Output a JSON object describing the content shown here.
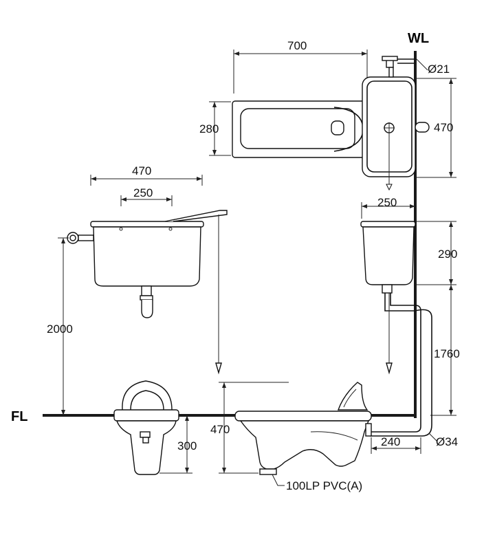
{
  "labels": {
    "wall_line": "WL",
    "floor_line": "FL",
    "bathtub_length": "700",
    "bathtub_height": "280",
    "basin_height": "470",
    "basin_pipe_dia": "Ø21",
    "high_tank_width": "470",
    "high_tank_outlet_spacing": "250",
    "high_tank_mount_height": "2000",
    "low_tank_width": "250",
    "low_tank_height": "290",
    "low_tank_mount_height": "1760",
    "squat_depth": "470",
    "urinal_depth": "300",
    "drain_offset": "240",
    "drain_pipe_dia": "Ø34",
    "drain_pipe_spec": "100LP PVC(A)"
  }
}
